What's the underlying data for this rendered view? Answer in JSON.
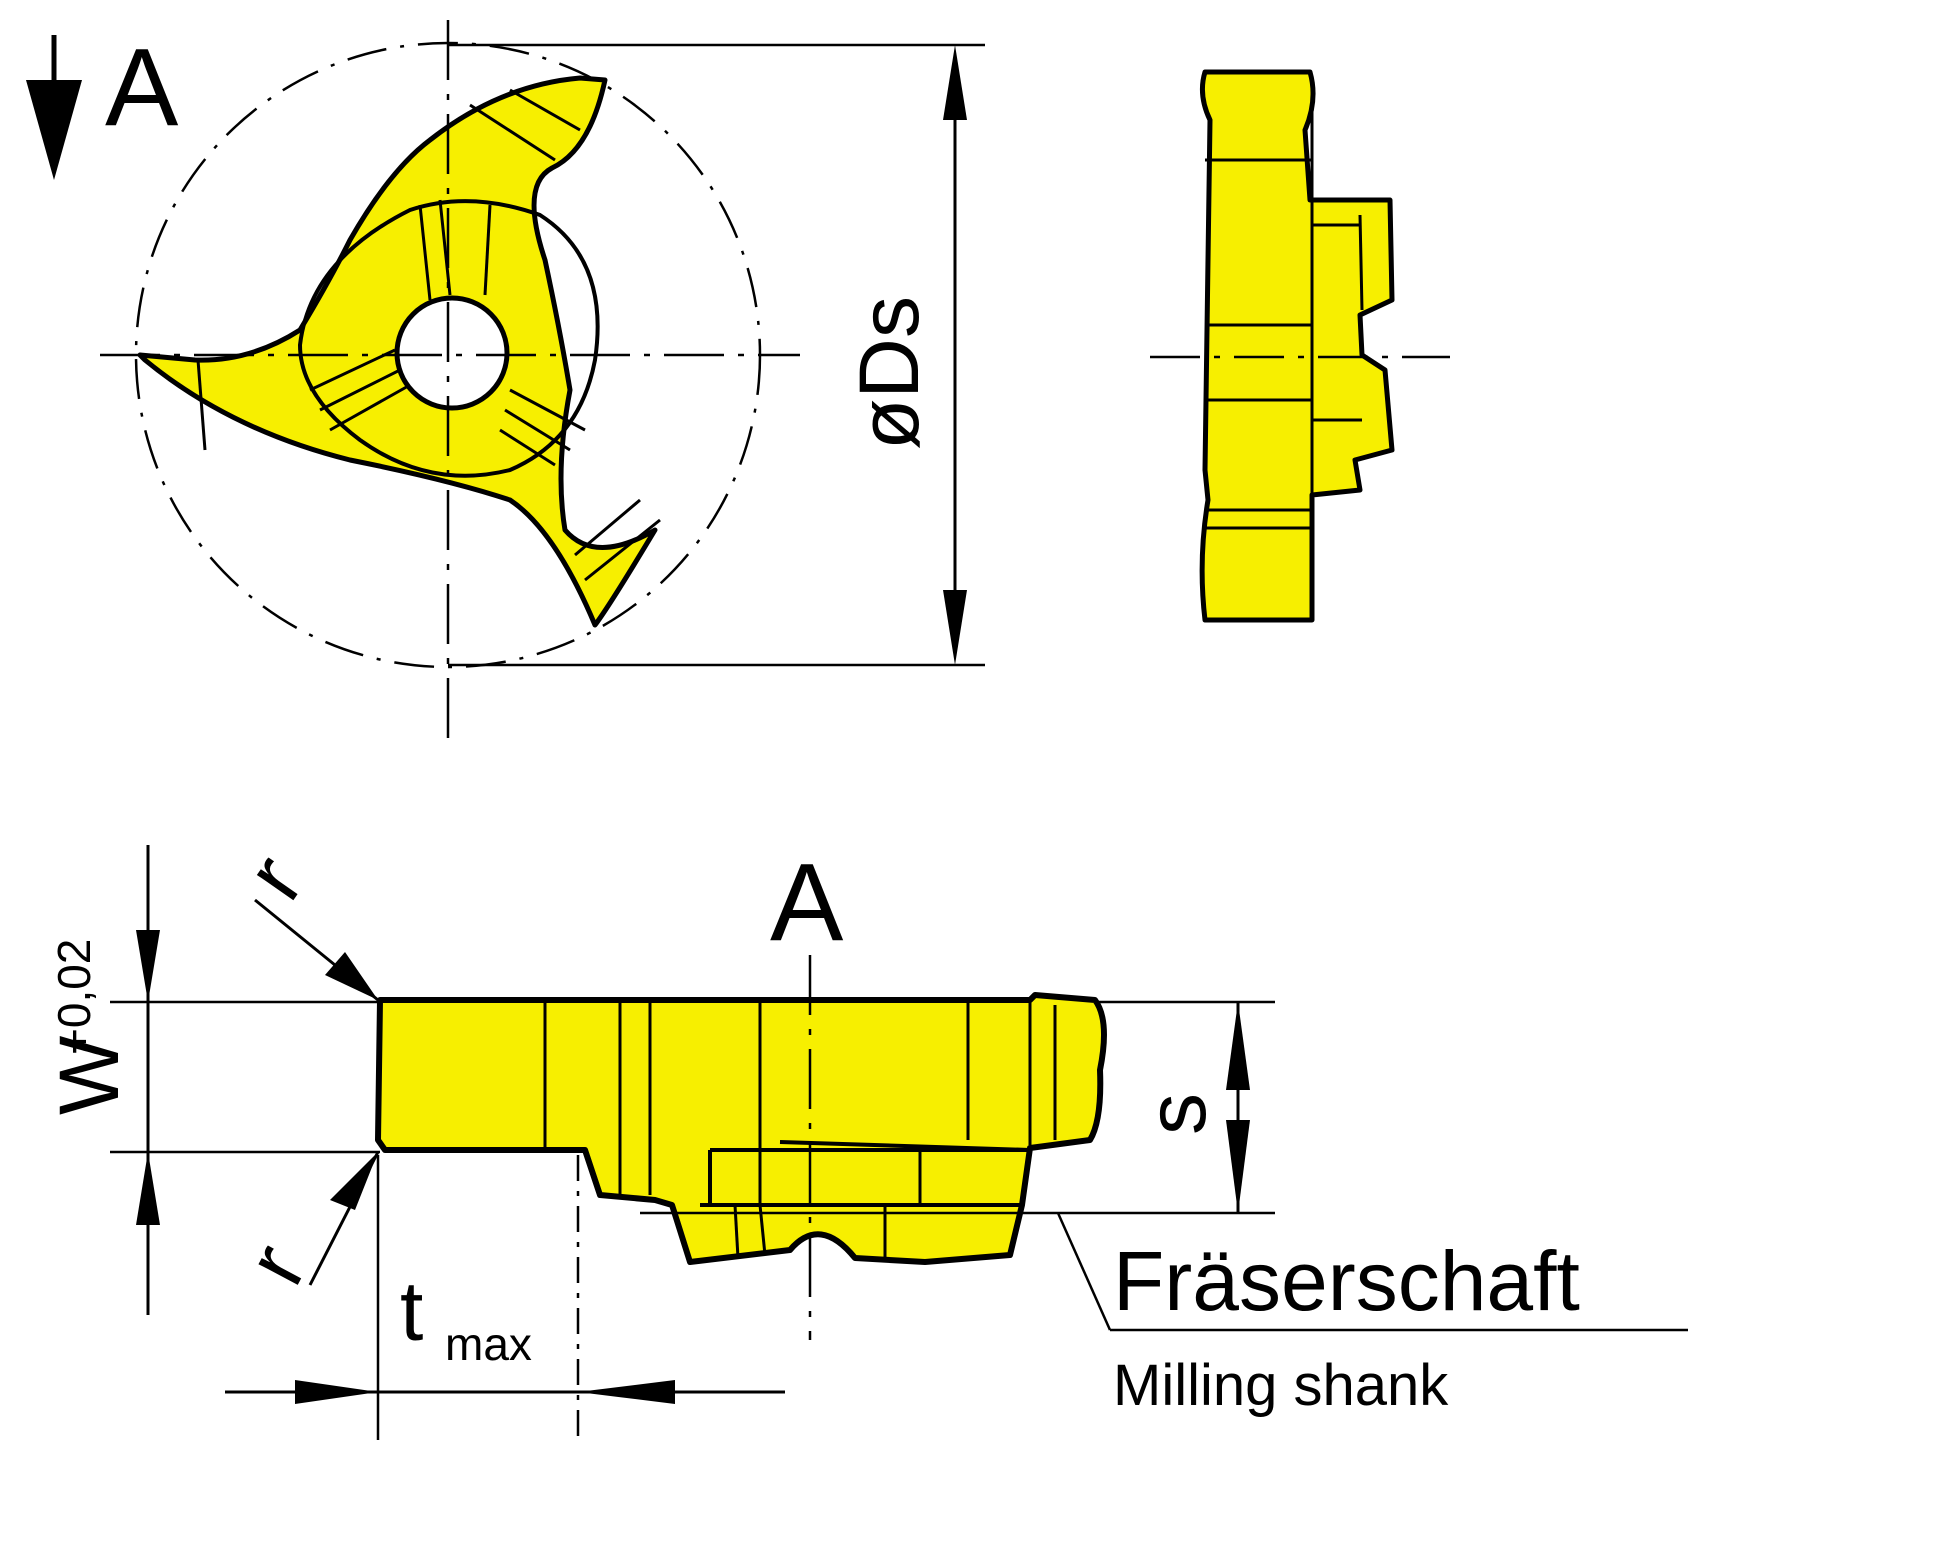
{
  "colors": {
    "insert_fill": "#f7ef00",
    "line": "#000000",
    "background": "#ffffff"
  },
  "labels": {
    "view_marker": "A",
    "diameter": "øDs",
    "view_label": "A",
    "width": "W",
    "width_tolerance": "+0,02",
    "radius_top": "r",
    "radius_bottom": "r",
    "depth": "t",
    "depth_sub": "max",
    "thickness": "s",
    "shank_de": "Fräserschaft",
    "shank_en": "Milling shank"
  }
}
